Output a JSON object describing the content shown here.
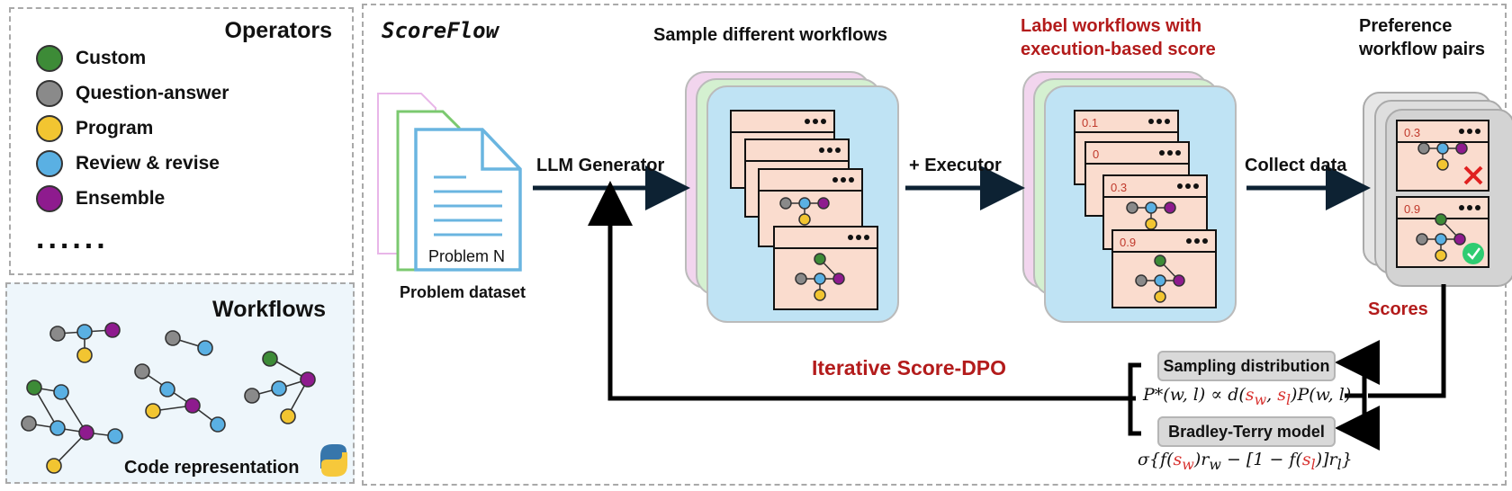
{
  "operators": {
    "title": "Operators",
    "items": [
      {
        "label": "Custom",
        "color": "#3d8b37"
      },
      {
        "label": "Question-answer",
        "color": "#8a8a8a"
      },
      {
        "label": "Program",
        "color": "#f2c531"
      },
      {
        "label": "Review & revise",
        "color": "#5ab0e3"
      },
      {
        "label": "Ensemble",
        "color": "#8e1b8e"
      }
    ],
    "more": "......"
  },
  "workflows": {
    "title": "Workflows",
    "code_label": "Code representation"
  },
  "main": {
    "brand": "ScoreFlow",
    "sample_title": "Sample different workflows",
    "label_title_1": "Label workflows with",
    "label_title_2": "execution-based score",
    "pref_title_1": "Preference",
    "pref_title_2": "workflow pairs",
    "problem_doc_label": "Problem N",
    "problem_dataset": "Problem dataset",
    "llm_generator": "LLM Generator",
    "executor": "+ Executor",
    "collect_data": "Collect data",
    "scores": "Scores",
    "iterative": "Iterative Score-DPO",
    "sampling_distribution": "Sampling distribution",
    "bradley_terry": "Bradley-Terry model",
    "scores_labeled": [
      "0.1",
      "0",
      "0.3",
      "0.9"
    ],
    "pair_scores": [
      "0.3",
      "0.9"
    ]
  }
}
